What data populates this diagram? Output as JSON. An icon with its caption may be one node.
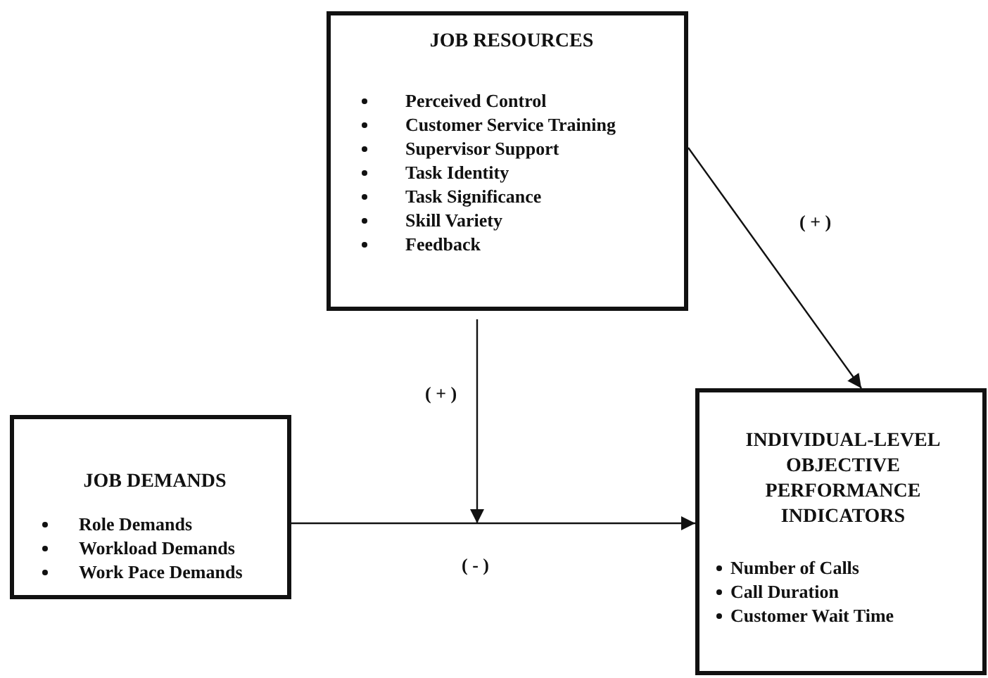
{
  "diagram": {
    "nodes": [
      {
        "text": [
          "JOB RESOURCES",
          "Perceived Control",
          "Customer Service Training",
          "Supervisor Support",
          "Task Identity",
          "Task Significance",
          "Skill Variety",
          "Feedback"
        ]
      },
      {
        "text": [
          "JOB DEMANDS",
          "Role Demands",
          "Workload Demands",
          "Work Pace Demands"
        ]
      },
      {
        "text": [
          "INDIVIDUAL-LEVEL OBJECTIVE PERFORMANCE INDICATORS",
          "Number of Calls",
          "Call Duration",
          "Customer Wait Time"
        ]
      }
    ],
    "edges": [
      {
        "from": 0,
        "to": 2,
        "arrow": "to",
        "label": "( + )"
      },
      {
        "from": 1,
        "to": 2,
        "arrow": "to",
        "label": "( - )"
      },
      {
        "from": 0,
        "to": null,
        "arrow": "to",
        "label": "( + )"
      }
    ]
  }
}
